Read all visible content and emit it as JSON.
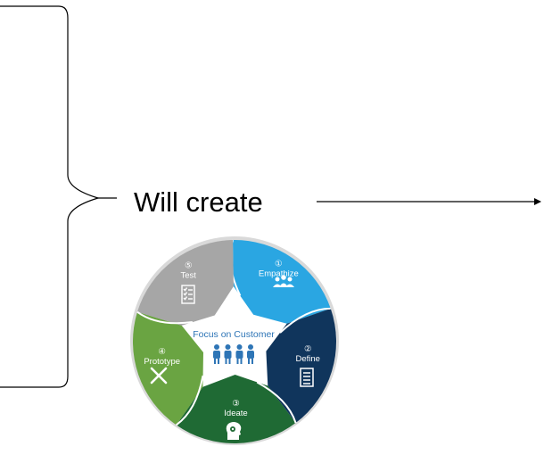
{
  "flow_label": "Will create",
  "cycle": {
    "center_label": "Focus on Customer",
    "steps": [
      {
        "number": "①",
        "label": "Empathize",
        "color": "#2aa6e2"
      },
      {
        "number": "②",
        "label": "Define",
        "color": "#10355c"
      },
      {
        "number": "③",
        "label": "Ideate",
        "color": "#1f6a34"
      },
      {
        "number": "④",
        "label": "Prototype",
        "color": "#6aa442"
      },
      {
        "number": "⑤",
        "label": "Test",
        "color": "#a6a6a6"
      }
    ],
    "icons": [
      "people-icon",
      "document-icon",
      "head-gear-icon",
      "tools-icon",
      "checklist-icon"
    ],
    "accent_color": "#2e75b6"
  }
}
